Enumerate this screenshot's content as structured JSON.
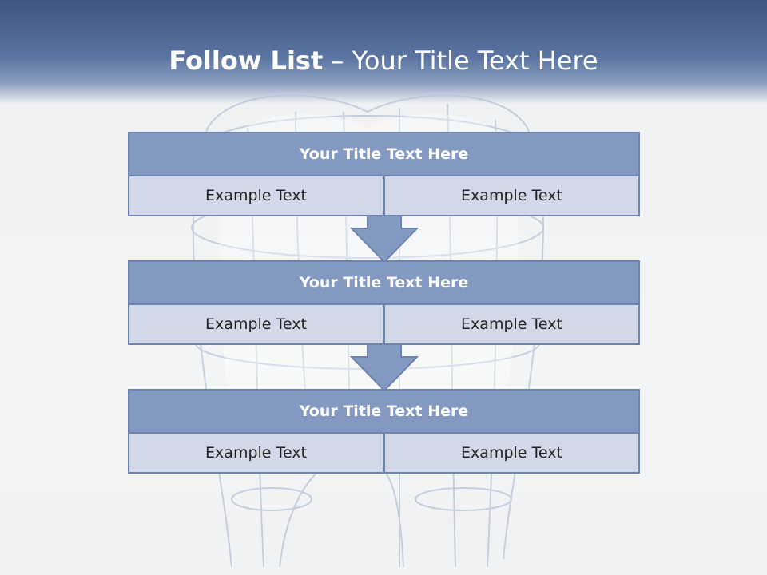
{
  "title": {
    "bold": "Follow List",
    "rest": "– Your Title Text Here"
  },
  "blocks": [
    {
      "title": "Your Title Text Here",
      "cells": [
        "Example Text",
        "Example Text"
      ]
    },
    {
      "title": "Your Title Text Here",
      "cells": [
        "Example Text",
        "Example Text"
      ]
    },
    {
      "title": "Your Title Text Here",
      "cells": [
        "Example Text",
        "Example Text"
      ]
    }
  ],
  "colors": {
    "header": "#3f5680",
    "block_title": "#8399c2",
    "block_cell": "#d2d8e8",
    "border": "#6d84b0"
  }
}
